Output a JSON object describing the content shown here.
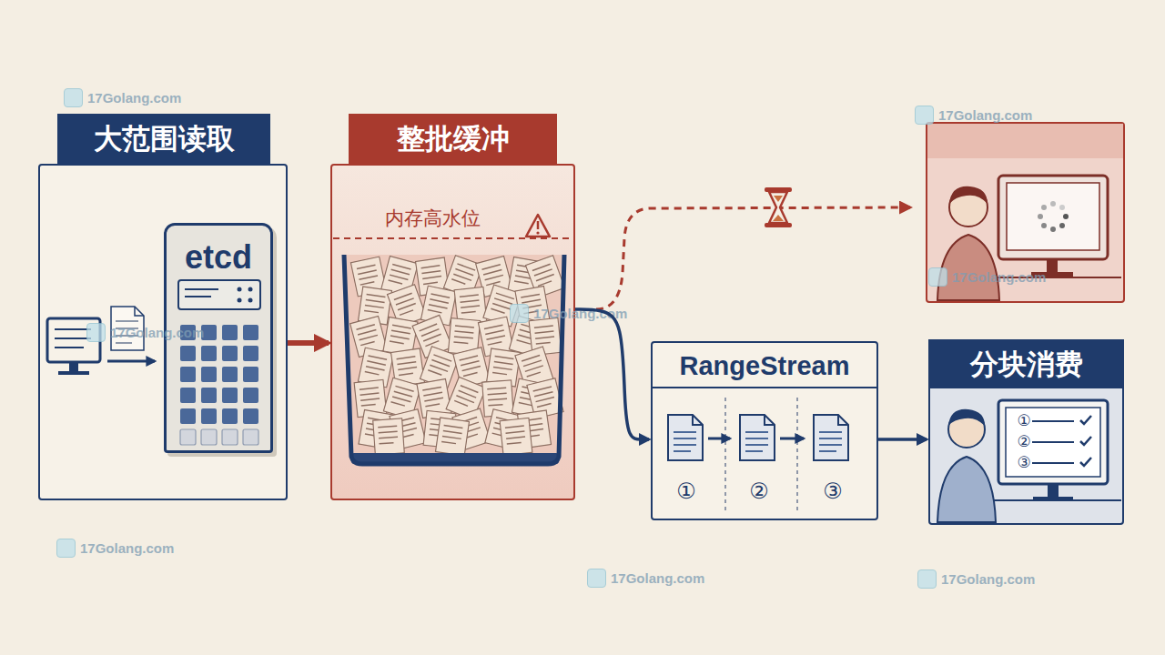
{
  "diagram": {
    "nodes": [
      {
        "text": [
          "大范围读取"
        ]
      },
      {
        "text": [
          "etcd"
        ],
        "in": 0
      },
      {
        "text": [
          "整批缓冲",
          "内存高水位"
        ]
      },
      {
        "text": [
          "RangeStream",
          "①",
          "②",
          "③"
        ]
      },
      {
        "text": [
          "分块消费",
          "①",
          "②",
          "③"
        ]
      }
    ],
    "edges": [
      {
        "from": 0,
        "to": 2,
        "arrow": "to"
      },
      {
        "from": 2,
        "to": 3,
        "arrow": "to"
      },
      {
        "from": 3,
        "to": 4,
        "arrow": "to"
      }
    ],
    "labels": [
      "17Golang.com",
      "17Golang.com",
      "17Golang.com",
      "17Golang.com",
      "17Golang.com",
      "17Golang.com",
      "17Golang.com",
      "17Golang.com"
    ]
  }
}
